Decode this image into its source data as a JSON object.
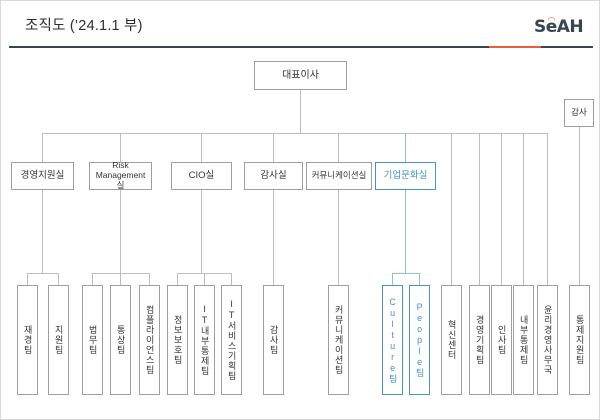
{
  "header": {
    "title": "조직도 (’24.1.1 부)",
    "logo_text": "SeAH",
    "logo_accent": "◠",
    "rule_color": "#37474f",
    "accent_color": "#ef5b34"
  },
  "theme": {
    "line_color": "#bdbdbd",
    "box_border": "#9e9e9e",
    "text_color": "#333333",
    "highlight_color": "#4a90c4"
  },
  "chart_data": {
    "type": "diagram",
    "title": "조직도 (’24.1.1 부)",
    "root": {
      "label": "대표이사"
    },
    "independent": {
      "label": "감사"
    },
    "divisions": [
      {
        "label": "경영지원실",
        "highlight": false
      },
      {
        "label": "Risk Management실",
        "highlight": false
      },
      {
        "label": "CIO실",
        "highlight": false
      },
      {
        "label": "감사실",
        "highlight": false
      },
      {
        "label": "커뮤니케이션실",
        "highlight": false
      },
      {
        "label": "기업문화실",
        "highlight": true
      }
    ],
    "teams": [
      {
        "label": "재경팀",
        "highlight": false
      },
      {
        "label": "지원팀",
        "highlight": false
      },
      {
        "label": "법무팀",
        "highlight": false
      },
      {
        "label": "통상팀",
        "highlight": false
      },
      {
        "label": "컴플라이언스팀",
        "highlight": false
      },
      {
        "label": "정보보호팀",
        "highlight": false
      },
      {
        "label": "IT내부통제팀",
        "highlight": false
      },
      {
        "label": "IT서비스기획팀",
        "highlight": false
      },
      {
        "label": "감사팀",
        "highlight": false
      },
      {
        "label": "커뮤니케이션팀",
        "highlight": false
      },
      {
        "label": "Culture팀",
        "highlight": true
      },
      {
        "label": "People팀",
        "highlight": true
      },
      {
        "label": "혁신센터",
        "highlight": false
      },
      {
        "label": "경영기획팀",
        "highlight": false
      },
      {
        "label": "인사팀",
        "highlight": false
      },
      {
        "label": "내부통제팀",
        "highlight": false
      },
      {
        "label": "윤리경영사무국",
        "highlight": false
      },
      {
        "label": "통제지원팀",
        "highlight": false
      }
    ]
  }
}
